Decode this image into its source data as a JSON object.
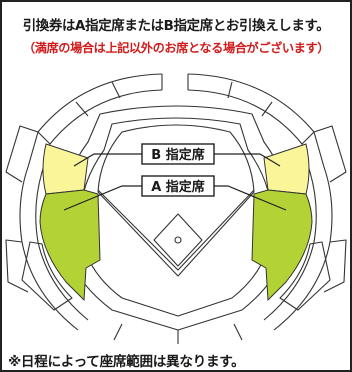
{
  "header": {
    "line1": "引換券はA指定席またはB指定席とお引換えします。",
    "line2": "（満席の場合は上記以外のお席となる場合がございます）"
  },
  "seat_map": {
    "label_b": "B 指定席",
    "label_a": "A 指定席",
    "colors": {
      "b_section": "#fbf59a",
      "a_section": "#b2d235",
      "outline": "#333333"
    }
  },
  "footer": {
    "note": "※日程によって座席範囲は異なります。"
  }
}
